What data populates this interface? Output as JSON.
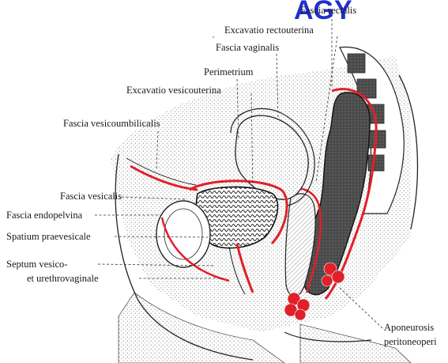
{
  "watermark": "AGY",
  "labels": {
    "fascia_rectalis": "Fascia rectalis",
    "excavatio_rectouterina": "Excavatio rectouterina",
    "fascia_vaginalis": "Fascia vaginalis",
    "perimetrium": "Perimetrium",
    "excavatio_vesicouterina": "Excavatio vesicouterina",
    "fascia_vesicoumbilicalis": "Fascia vesicoumbilicalis",
    "fascia_vesicalis": "Fascia vesicalis",
    "fascia_endopelvina": "Fascia endopelvina",
    "spatium_praevesicale": "Spatium praevesicale",
    "septum_line1": "Septum vesico-",
    "septum_line2": "et urethrovaginale",
    "aponeurosis_line1": "Aponeurosis",
    "aponeurosis_line2": "peritoneoperi"
  },
  "colors": {
    "fascia_red": "#e0202a",
    "ink": "#1a1a1a",
    "stipple": "#bdbdbd",
    "rectum_dark": "#3a3a3a",
    "watermark_blue": "#1f2fd0"
  }
}
